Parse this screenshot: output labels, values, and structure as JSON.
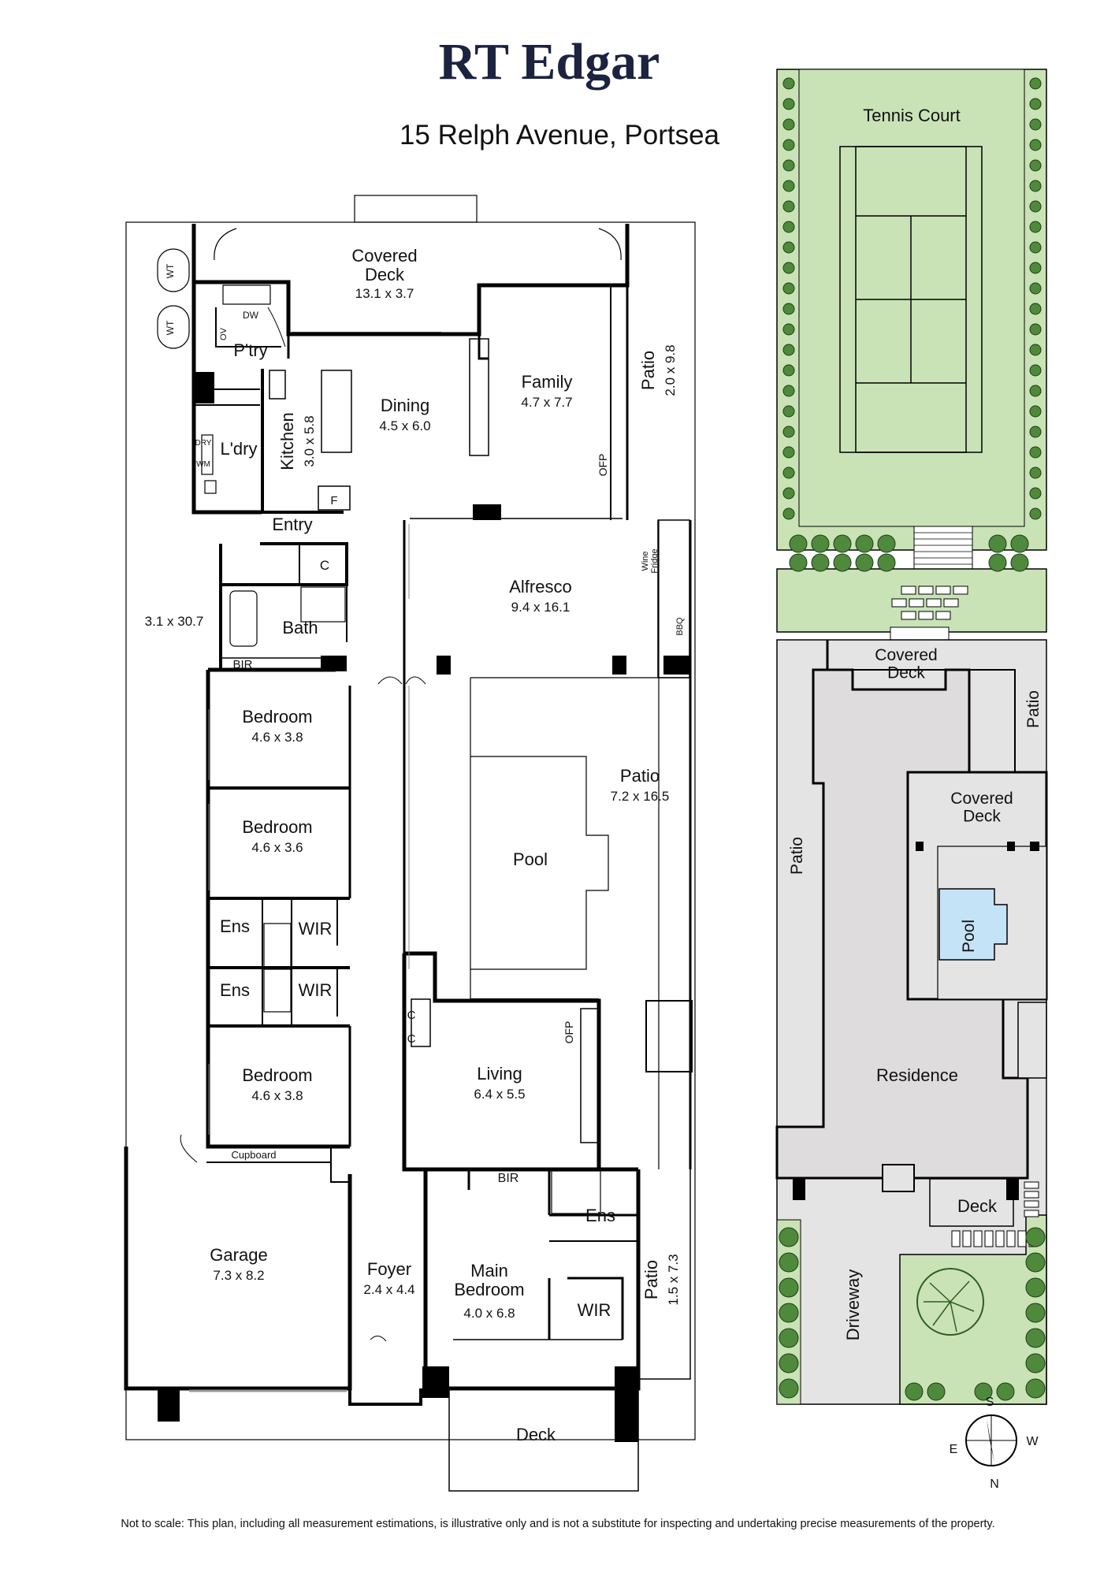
{
  "header": {
    "brand": "RT Edgar",
    "address": "15 Relph Avenue, Portsea"
  },
  "colors": {
    "brand_navy": "#1c2340",
    "wall": "#000000",
    "lawn": "#c9e3b6",
    "lawn_line": "#7fa86a",
    "paving": "#e4e4e4",
    "residence": "#dedcdc",
    "pool_water": "#c5e3f6",
    "shrub": "#4f8a3c"
  },
  "floorplan": {
    "rooms": [
      {
        "name": "Covered\nDeck",
        "dims": "13.1 x 3.7"
      },
      {
        "name": "Family",
        "dims": "4.7 x 7.7"
      },
      {
        "name": "Patio",
        "dims": "2.0 x 9.8"
      },
      {
        "name": "Dining",
        "dims": "4.5 x 6.0"
      },
      {
        "name": "Kitchen",
        "dims": "3.0 x 5.8"
      },
      {
        "name": "P'try",
        "dims": ""
      },
      {
        "name": "L'dry",
        "dims": ""
      },
      {
        "name": "Entry",
        "dims": ""
      },
      {
        "name": "Bath",
        "dims": ""
      },
      {
        "name": "Alfresco",
        "dims": "9.4 x 16.1"
      },
      {
        "name": "Bedroom",
        "dims": "4.6 x 3.8"
      },
      {
        "name": "Bedroom",
        "dims": "4.6 x 3.6"
      },
      {
        "name": "Patio",
        "dims": "7.2 x 16.5"
      },
      {
        "name": "Pool",
        "dims": ""
      },
      {
        "name": "Ens",
        "dims": ""
      },
      {
        "name": "WIR",
        "dims": ""
      },
      {
        "name": "Ens",
        "dims": ""
      },
      {
        "name": "WIR",
        "dims": ""
      },
      {
        "name": "Bedroom",
        "dims": "4.6 x 3.8"
      },
      {
        "name": "Living",
        "dims": "6.4 x 5.5"
      },
      {
        "name": "Garage",
        "dims": "7.3 x 8.2"
      },
      {
        "name": "Foyer",
        "dims": "2.4 x 4.4"
      },
      {
        "name": "Main\nBedroom",
        "dims": "4.0 x 6.8"
      },
      {
        "name": "Ens",
        "dims": ""
      },
      {
        "name": "WIR",
        "dims": ""
      },
      {
        "name": "Patio",
        "dims": "1.5 x 7.3"
      },
      {
        "name": "Deck",
        "dims": ""
      }
    ],
    "small_labels": {
      "wt": "WT",
      "dw": "DW",
      "ov": "OV",
      "dry": "DRY",
      "wm": "WM",
      "f": "F",
      "c": "C",
      "bir": "BIR",
      "cupboard": "Cupboard",
      "ofp": "OFP",
      "wine_fridge": "Wine\nFridge",
      "bbq": "BBQ"
    },
    "side_path_dims": "3.1 x 30.7"
  },
  "siteplan": {
    "labels": {
      "tennis_court": "Tennis Court",
      "covered_deck_top": "Covered\nDeck",
      "patio_right": "Patio",
      "patio_left": "Patio",
      "covered_deck_mid": "Covered\nDeck",
      "pool": "Pool",
      "residence": "Residence",
      "deck": "Deck",
      "driveway": "Driveway"
    }
  },
  "compass": {
    "s": "S",
    "w": "W",
    "e": "E",
    "n": "N"
  },
  "footer": {
    "disclaimer": "Not to scale: This plan, including all measurement estimations, is illustrative only and is not a substitute for inspecting and undertaking precise measurements of the property."
  }
}
